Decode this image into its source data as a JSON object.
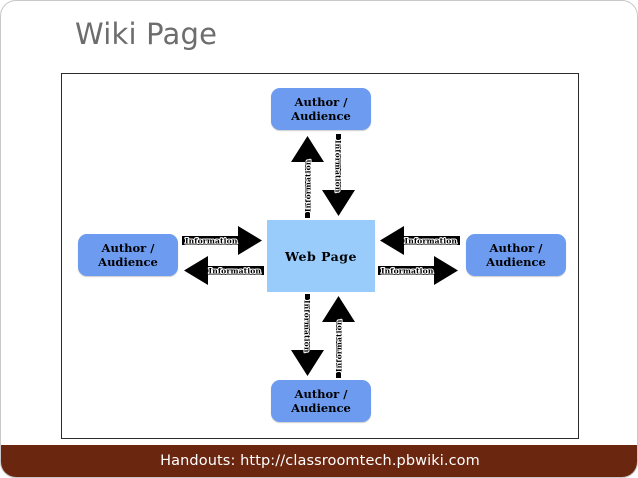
{
  "slide": {
    "title": "Wiki Page",
    "background_color": "#ffffff",
    "title_color": "#6d6d6d"
  },
  "diagram": {
    "frame_border_color": "#2b2b2b",
    "center_node": {
      "label": "Web Page",
      "color": "#99ccfb",
      "shape": "rectangle"
    },
    "node_color": "#6c9bf0",
    "nodes": [
      {
        "id": "top",
        "label": "Author /\nAudience",
        "position": "top"
      },
      {
        "id": "left",
        "label": "Author /\nAudience",
        "position": "left"
      },
      {
        "id": "right",
        "label": "Author /\nAudience",
        "position": "right"
      },
      {
        "id": "bottom",
        "label": "Author /\nAudience",
        "position": "bottom"
      }
    ],
    "arrow_color": "#000000",
    "arrows": [
      {
        "id": "top-up",
        "label": "Information",
        "direction": "up",
        "from": "Web Page",
        "to": "top node"
      },
      {
        "id": "top-down",
        "label": "Information",
        "direction": "down",
        "from": "top node",
        "to": "Web Page"
      },
      {
        "id": "bottom-down",
        "label": "Information",
        "direction": "down",
        "from": "Web Page",
        "to": "bottom node"
      },
      {
        "id": "bottom-up",
        "label": "Information",
        "direction": "up",
        "from": "bottom node",
        "to": "Web Page"
      },
      {
        "id": "left-right",
        "label": "Information",
        "direction": "right",
        "from": "left node",
        "to": "Web Page"
      },
      {
        "id": "left-left",
        "label": "Information",
        "direction": "left",
        "from": "Web Page",
        "to": "left node"
      },
      {
        "id": "right-left",
        "label": "Information",
        "direction": "left",
        "from": "right node",
        "to": "Web Page"
      },
      {
        "id": "right-right",
        "label": "Information",
        "direction": "right",
        "from": "Web Page",
        "to": "right node"
      }
    ]
  },
  "footer": {
    "text": "Handouts:  http://classroomtech.pbwiki.com",
    "background_color": "#6b2610",
    "text_color": "#ffffff"
  }
}
